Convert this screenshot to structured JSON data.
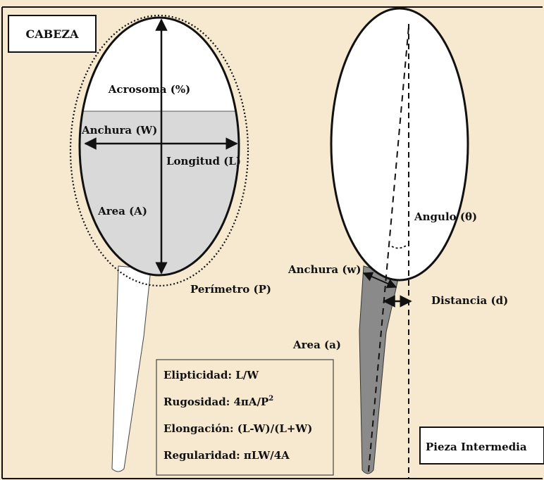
{
  "colors": {
    "background": "#f7e9d0",
    "frame": "#111111",
    "acrosome_shade": "#d9d9d9",
    "midpiece_fill": "#8a8a8a",
    "tail_fill": "#ffffff"
  },
  "head_panel": {
    "title": "CABEZA",
    "acrosoma": "Acrosoma (%)",
    "anchura": "Anchura (W)",
    "longitud": "Longitud (L)",
    "area": "Area (A)",
    "perimetro": "Perímetro (P)"
  },
  "midpiece_panel": {
    "title": "Pieza Intermedia",
    "angulo": "Angulo (θ)",
    "anchura": "Anchura (w)",
    "distancia": "Distancia (d)",
    "area": "Area (a)"
  },
  "formulas": {
    "elipticidad": "Elipticidad: L/W",
    "rugosidad_prefix": "Rugosidad: 4πA/P",
    "rugosidad_exp": "2",
    "elongacion": "Elongación: (L-W)/(L+W)",
    "regularidad": "Regularidad: πLW/4A"
  }
}
